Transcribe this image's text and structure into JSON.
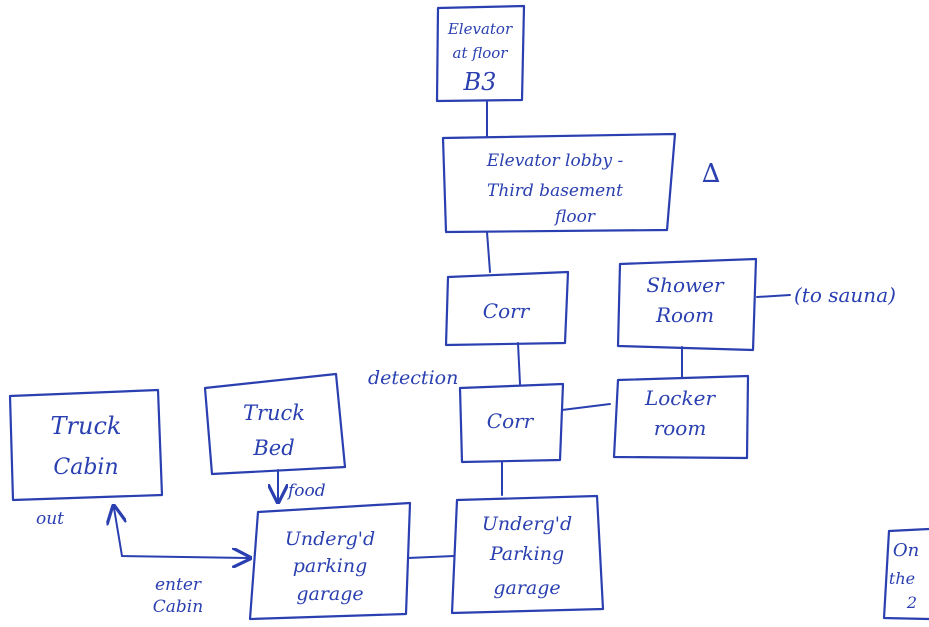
{
  "nodes": {
    "elevator": [
      "Elevator",
      "at floor",
      "B3"
    ],
    "lobby": [
      "Elevator lobby -",
      "Third basement",
      "floor"
    ],
    "corr_top": [
      "Corr"
    ],
    "shower": [
      "Shower",
      "Room"
    ],
    "corr_mid": [
      "Corr"
    ],
    "locker": [
      "Locker",
      "room"
    ],
    "truck_cabin": [
      "Truck",
      "Cabin"
    ],
    "truck_bed": [
      "Truck",
      "Bed"
    ],
    "parking_left": [
      "Underg'd",
      "parking",
      "garage"
    ],
    "parking_right": [
      "Underg'd",
      "Parking",
      "garage"
    ],
    "offscreen": [
      "On",
      "the",
      "2"
    ]
  },
  "labels": {
    "delta": "∆",
    "to_sauna": "(to sauna)",
    "detection": "detection",
    "out": "out",
    "enter_cabin": [
      "enter",
      "Cabin"
    ],
    "food": "food"
  },
  "colors": {
    "ink": "#2a3fb0",
    "paper": "#ffffff"
  }
}
